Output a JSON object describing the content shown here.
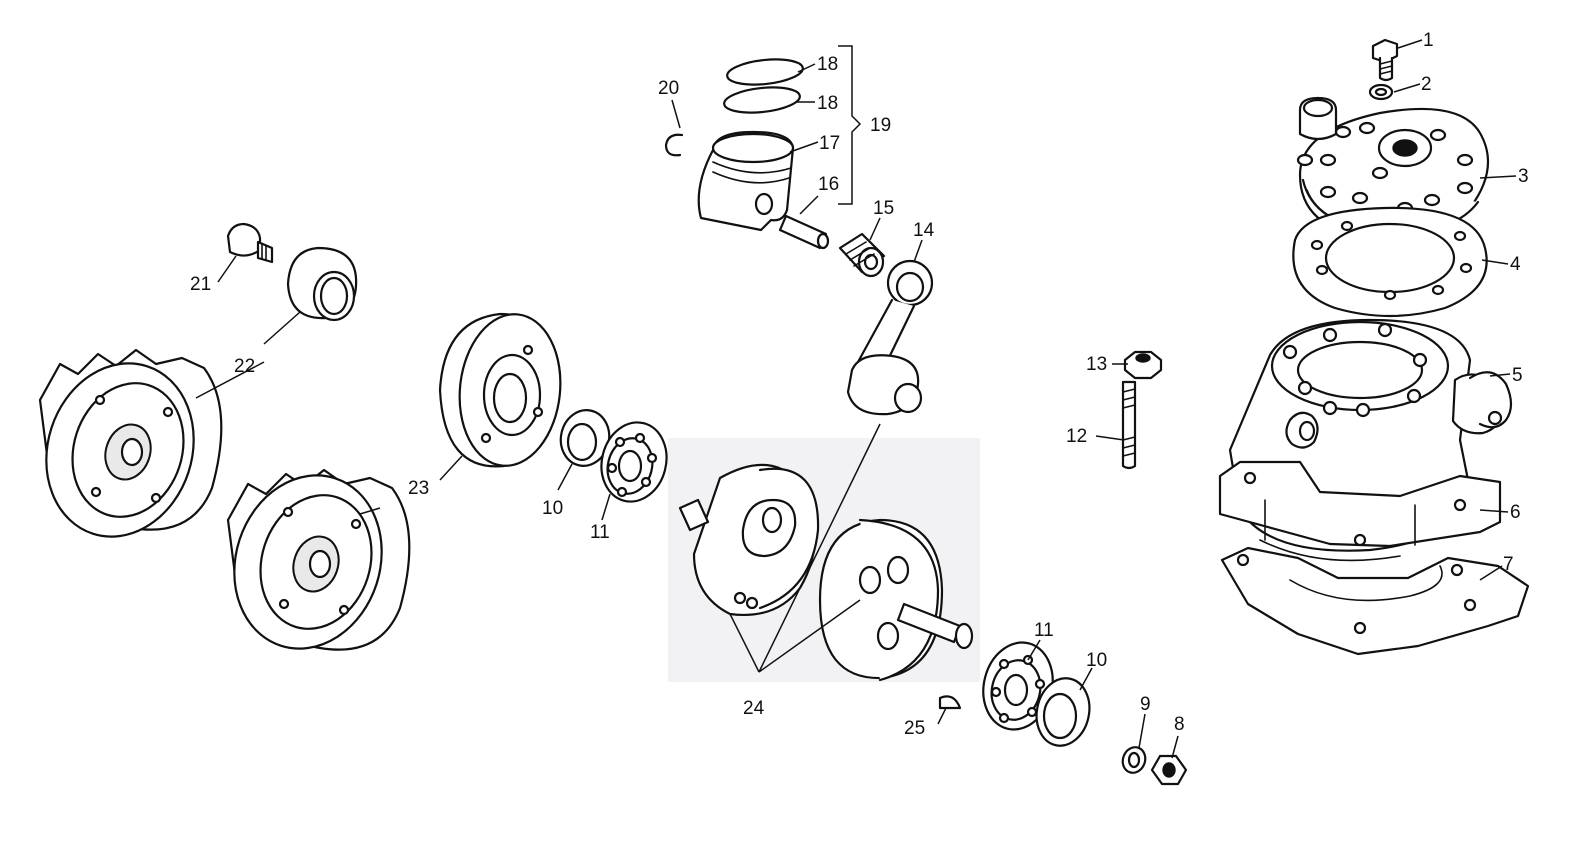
{
  "diagram": {
    "callouts": [
      {
        "id": "c1",
        "text": "1"
      },
      {
        "id": "c2",
        "text": "2"
      },
      {
        "id": "c3",
        "text": "3"
      },
      {
        "id": "c4",
        "text": "4"
      },
      {
        "id": "c5",
        "text": "5"
      },
      {
        "id": "c6",
        "text": "6"
      },
      {
        "id": "c7",
        "text": "7"
      },
      {
        "id": "c8",
        "text": "8"
      },
      {
        "id": "c9",
        "text": "9"
      },
      {
        "id": "c10a",
        "text": "10"
      },
      {
        "id": "c10b",
        "text": "10"
      },
      {
        "id": "c11a",
        "text": "11"
      },
      {
        "id": "c11b",
        "text": "11"
      },
      {
        "id": "c12",
        "text": "12"
      },
      {
        "id": "c13",
        "text": "13"
      },
      {
        "id": "c14",
        "text": "14"
      },
      {
        "id": "c15",
        "text": "15"
      },
      {
        "id": "c16",
        "text": "16"
      },
      {
        "id": "c17",
        "text": "17"
      },
      {
        "id": "c18a",
        "text": "18"
      },
      {
        "id": "c18b",
        "text": "18"
      },
      {
        "id": "c19",
        "text": "19"
      },
      {
        "id": "c20",
        "text": "20"
      },
      {
        "id": "c21",
        "text": "21"
      },
      {
        "id": "c22",
        "text": "22"
      },
      {
        "id": "c23",
        "text": "23"
      },
      {
        "id": "c24",
        "text": "24"
      },
      {
        "id": "c25",
        "text": "25"
      }
    ]
  }
}
